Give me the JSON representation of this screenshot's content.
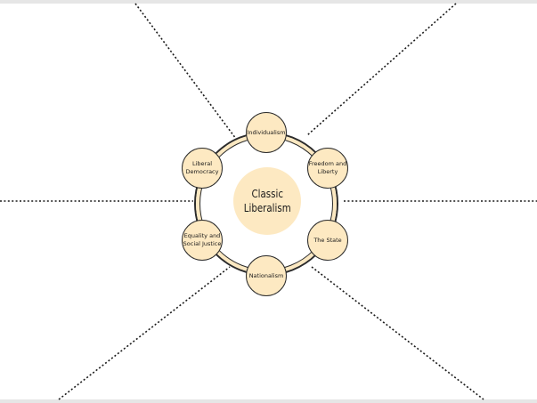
{
  "center": {
    "label": "Classic\nLiberalism"
  },
  "nodes": {
    "top": "Individualism",
    "upper_right": "Freedom and\nLiberty",
    "lower_right": "The State",
    "bottom": "Nationalism",
    "lower_left": "Equality and\nSocial Justice",
    "upper_left": "Liberal\nDemocracy"
  },
  "colors": {
    "node_fill": "#fde9c2",
    "outline": "#2b2b2b",
    "dotted_line": "#1a1a1a",
    "frame": "#e6e6e6"
  }
}
